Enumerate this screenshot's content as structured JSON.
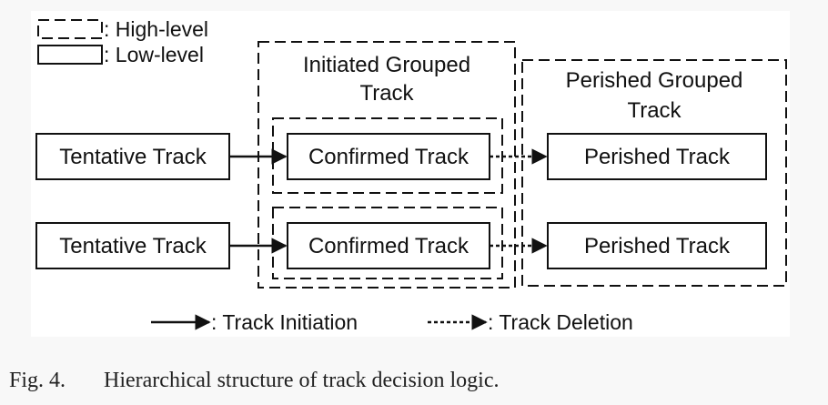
{
  "legend": {
    "high_level": ": High-level",
    "low_level": ": Low-level",
    "track_initiation": ": Track Initiation",
    "track_deletion": ": Track Deletion"
  },
  "groups": {
    "initiated": {
      "line1": "Initiated Grouped",
      "line2": "Track"
    },
    "perished": {
      "line1": "Perished Grouped",
      "line2": "Track"
    }
  },
  "rows": [
    {
      "tentative": "Tentative Track",
      "confirmed": "Confirmed Track",
      "perished": "Perished Track"
    },
    {
      "tentative": "Tentative Track",
      "confirmed": "Confirmed Track",
      "perished": "Perished Track"
    }
  ],
  "caption": {
    "number": "Fig. 4.",
    "text": "Hierarchical structure of track decision logic."
  }
}
